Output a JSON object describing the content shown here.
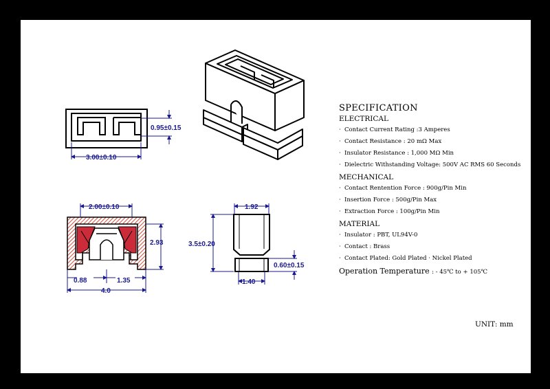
{
  "specification": {
    "title": "SPECIFICATION",
    "electrical": {
      "heading": "ELECTRICAL",
      "items": [
        "Contact Current Rating :3 Amperes",
        "Contact Resistance : 20 mΩ Max",
        "Insulator Resistance : 1,000 MΩ Min",
        "Dielectric Withstanding Voltage: 500V AC RMS 60 Seconds"
      ]
    },
    "mechanical": {
      "heading": "MECHANICAL",
      "items": [
        "Contact Rentention Force : 900g/Pin Min",
        "Insertion Force : 500g/Pin Max",
        "Extraction Force : 100g/Pin Min"
      ]
    },
    "material": {
      "heading": "MATERIAL",
      "items": [
        "Insulator : PBT, UL94V-0",
        "Contact : Brass",
        "Contact Plated: Gold Plated · Nickel Plated"
      ]
    },
    "operation_label": "Operation Temperature",
    "operation_value": ": - 45℃ to + 105℃"
  },
  "unit": "UNIT: mm",
  "dimensions": {
    "top_width": "3.00±0.10",
    "top_height": "0.95±0.15",
    "section_inner": "2.00±0.10",
    "section_height": "2.93",
    "section_left": "0.88",
    "section_pitch": "1.35",
    "section_width": "4.0",
    "side_top": "1.92",
    "side_height": "3.5±0.20",
    "side_foot_height": "0.60±0.15",
    "side_bottom": "1.40"
  },
  "colors": {
    "dimension": "#1a1a8c",
    "contact_fill": "#cc2b3a",
    "hatch": "#d84a3a",
    "border": "#000000"
  }
}
